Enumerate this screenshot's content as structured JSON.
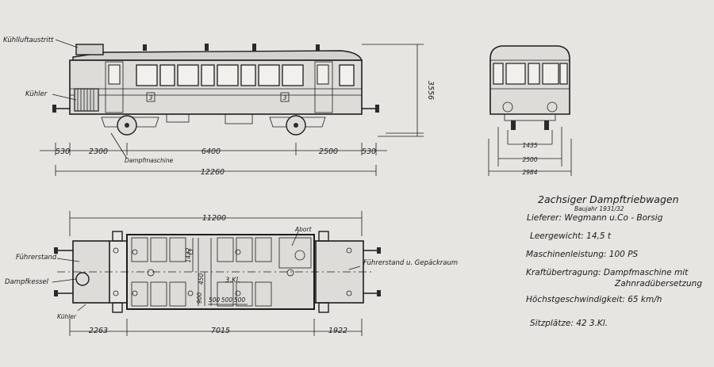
{
  "side_view": {
    "labels": {
      "kuehlluftaustritt": "Kühlluftaustritt",
      "kuehler": "Kühler",
      "dampfmaschine": "Dampfmaschine"
    },
    "section_mark": "3",
    "dims": {
      "d530a": "530",
      "d2300": "2300",
      "d6400": "6400",
      "d2500": "2500",
      "d530b": "530",
      "d12260": "12260",
      "d3556": "3556"
    }
  },
  "end_view": {
    "dims": {
      "d1435": "1435",
      "d2500": "2500",
      "d2984": "2984"
    }
  },
  "plan_view": {
    "labels": {
      "fuehrerstand": "Führerstand",
      "dampfkessel": "Dampfkessel",
      "kuehler": "Kühler",
      "abort": "Abort",
      "class": "3.Kl.",
      "fuehrerstand_gepaeck": "Führerstand u. Gepäckraum"
    },
    "dims": {
      "d11200": "11200",
      "d2263": "2263",
      "d7015": "7015",
      "d1922": "1922",
      "d1432": "1432",
      "d900": "900",
      "d450": "450",
      "d500a": "500",
      "d500b": "500",
      "d500c": "500"
    }
  },
  "title": {
    "main": "2achsiger Dampftriebwagen",
    "year": "Baujahr 1931/32"
  },
  "specs": {
    "lieferer": "Lieferer: Wegmann u.Co - Borsig",
    "leergewicht": "Leergewicht: 14,5 t",
    "leistung": "Maschinenleistung: 100 PS",
    "kraft1": "Kraftübertragung: Dampfmaschine mit",
    "kraft2": "Zahnradübersetzung",
    "geschw": "Höchstgeschwindigkeit: 65 km/h",
    "sitz": "Sitzplätze: 42 3.Kl."
  }
}
